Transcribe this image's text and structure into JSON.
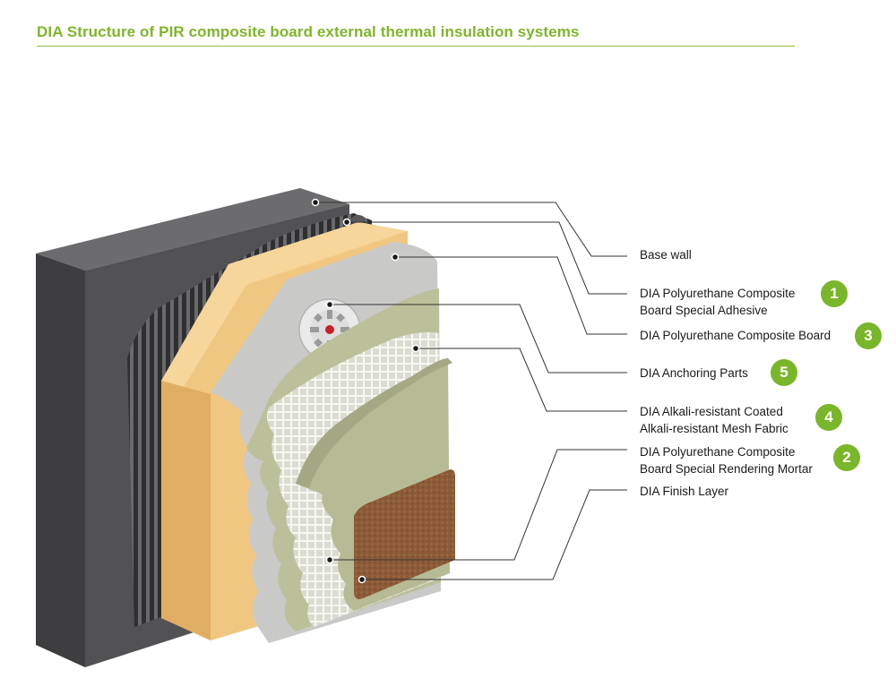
{
  "title": "DIA Structure of PIR composite board external thermal insulation systems",
  "colors": {
    "accent": "#7ab62a",
    "wall": "#5b5b5d",
    "adhesive": "#3c3c3e",
    "board": "#f0c781",
    "base_coat": "#c9c9c8",
    "mortar": "#b9bd97",
    "mesh": "#f4f4f0",
    "finish": "#8a5a36"
  },
  "layers": [
    {
      "label_lines": [
        "Base wall"
      ],
      "badge": ""
    },
    {
      "label_lines": [
        "DIA Polyurethane Composite",
        "Board Special Adhesive"
      ],
      "badge": "1"
    },
    {
      "label_lines": [
        "DIA Polyurethane Composite Board"
      ],
      "badge": "3"
    },
    {
      "label_lines": [
        "DIA Anchoring Parts"
      ],
      "badge": "5"
    },
    {
      "label_lines": [
        "DIA Alkali-resistant Coated",
        "Alkali-resistant Mesh Fabric"
      ],
      "badge": "4"
    },
    {
      "label_lines": [
        "DIA Polyurethane Composite",
        "Board Special Rendering Mortar"
      ],
      "badge": "2"
    },
    {
      "label_lines": [
        "DIA Finish Layer"
      ],
      "badge": ""
    }
  ]
}
